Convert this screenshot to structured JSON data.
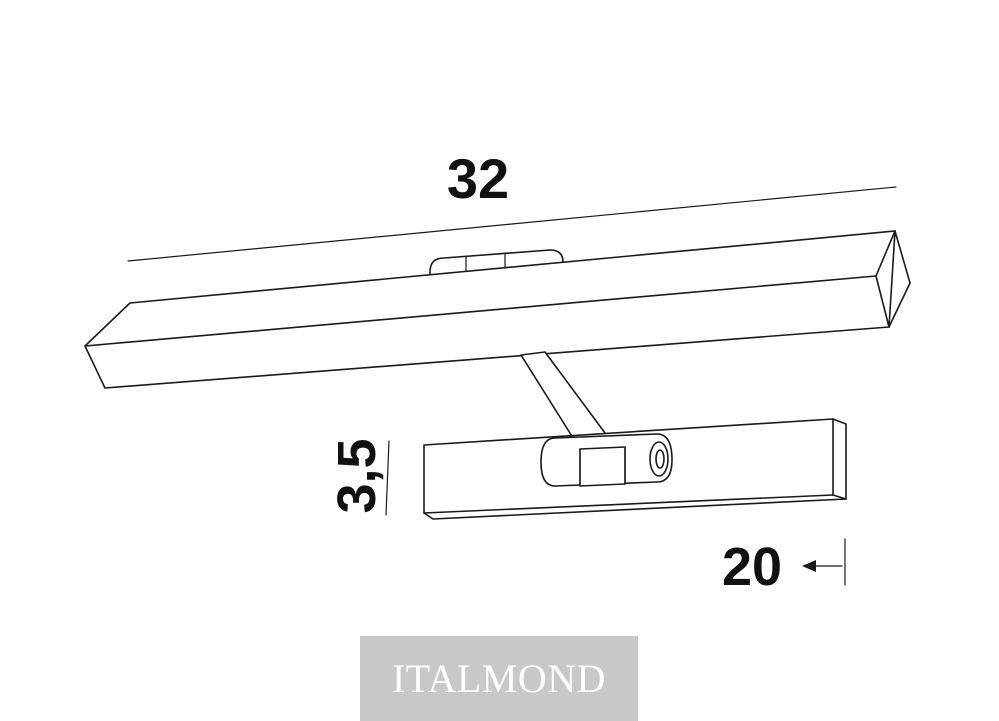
{
  "dimensions": {
    "length": "32",
    "height": "3,5",
    "depth": "20"
  },
  "brand": {
    "name": "ITALMOND"
  }
}
